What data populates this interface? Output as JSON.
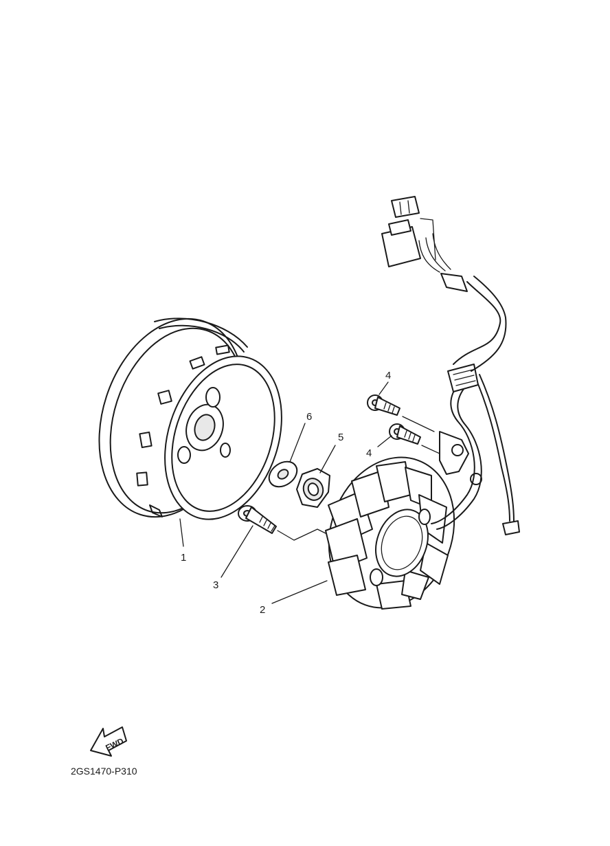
{
  "callouts": {
    "c1": "1",
    "c2": "2",
    "c3": "3",
    "c4a": "4",
    "c4b": "4",
    "c5": "5",
    "c6": "6"
  },
  "fwd_label": "FWD",
  "diagram_code": "2GS1470-P310"
}
